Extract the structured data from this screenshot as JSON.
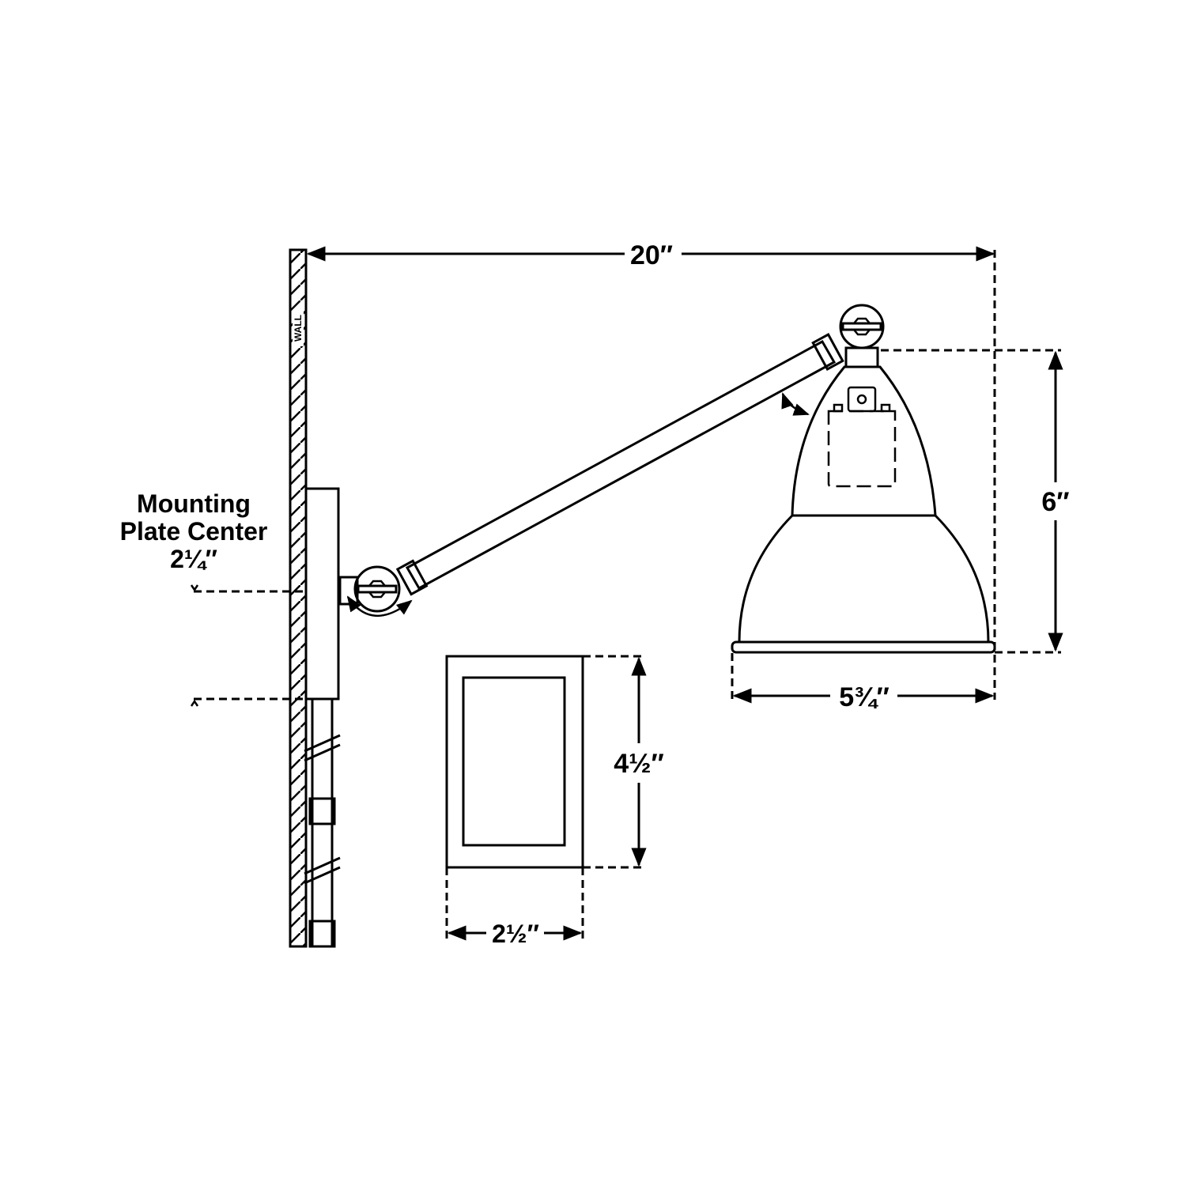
{
  "labels": {
    "wall": "WALL",
    "mounting_line1": "Mounting",
    "mounting_line2": "Plate Center",
    "mounting_value": "2¼″"
  },
  "dimensions": {
    "overall_extension": "20″",
    "shade_height": "6″",
    "shade_diameter": "5¾″",
    "backplate_height": "4½″",
    "backplate_width": "2½″"
  },
  "colors": {
    "line": "#000000",
    "background": "#ffffff"
  }
}
